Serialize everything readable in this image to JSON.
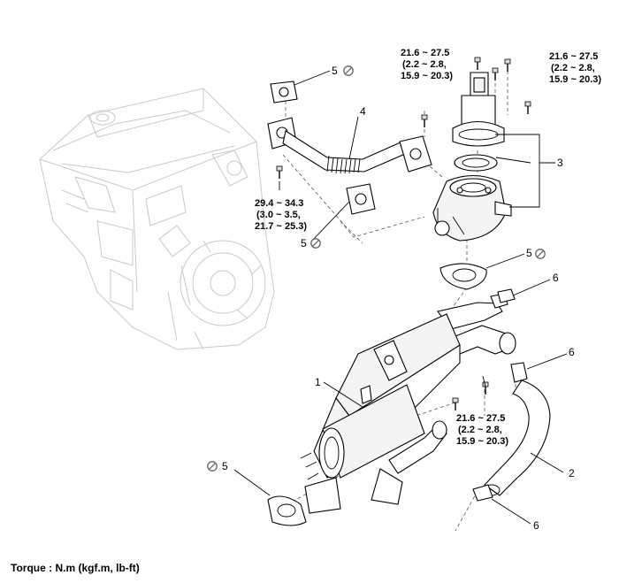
{
  "caption": "Torque : N.m (kgf.m, lb-ft)",
  "callouts": {
    "c1": "1",
    "c2": "2",
    "c3": "3",
    "c4": "4",
    "c5a": "5",
    "c5b": "5",
    "c5c": "5",
    "c5d": "5",
    "c6a": "6",
    "c6b": "6",
    "c6c": "6"
  },
  "torques": {
    "t1": [
      "21.6 ~ 27.5",
      "(2.2 ~ 2.8,",
      "15.9 ~ 20.3)"
    ],
    "t2": [
      "21.6 ~ 27.5",
      "(2.2 ~ 2.8,",
      "15.9 ~ 20.3)"
    ],
    "t3": [
      "29.4 ~ 34.3",
      "(3.0 ~ 3.5,",
      "21.7 ~ 25.3)"
    ],
    "t4": [
      "21.6 ~ 27.5",
      "(2.2 ~ 2.8,",
      "15.9 ~ 20.3)"
    ]
  },
  "icons": {
    "no_reuse": "no-reuse-icon"
  }
}
